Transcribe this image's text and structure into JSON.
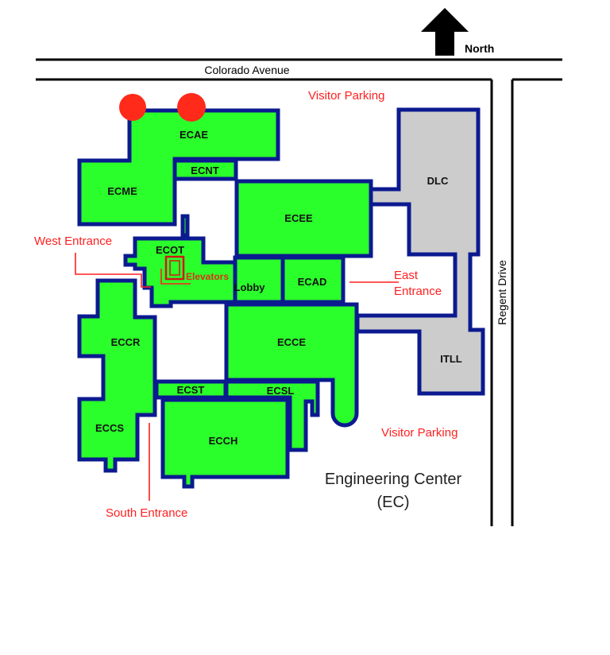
{
  "map": {
    "north_label": "North",
    "streets": {
      "top": "Colorado Avenue",
      "right": "Regent Drive"
    },
    "title": "Engineering Center",
    "subtitle": "(EC)",
    "parking": [
      "Visitor Parking",
      "Visitor Parking"
    ],
    "entrances": {
      "west": "West Entrance",
      "east_line1": "East",
      "east_line2": "Entrance",
      "south": "South Entrance"
    },
    "elevators": "Elevators",
    "buildings": {
      "ecae": "ECAE",
      "ecme": "ECME",
      "ecnt": "ECNT",
      "ecee": "ECEE",
      "ecot": "ECOT",
      "lobby": "Lobby",
      "ecad": "ECAD",
      "eccr": "ECCR",
      "ecce": "ECCE",
      "ecst": "ECST",
      "ecsl": "ECSL",
      "eccs": "ECCS",
      "ecch": "ECCH",
      "dlc": "DLC",
      "itll": "ITLL"
    },
    "colors": {
      "building": "#2bff2b",
      "outline": "#0b1a8f",
      "annex": "#cccccc",
      "annotation": "#ff2020",
      "marker": "#ff2a1a"
    }
  }
}
